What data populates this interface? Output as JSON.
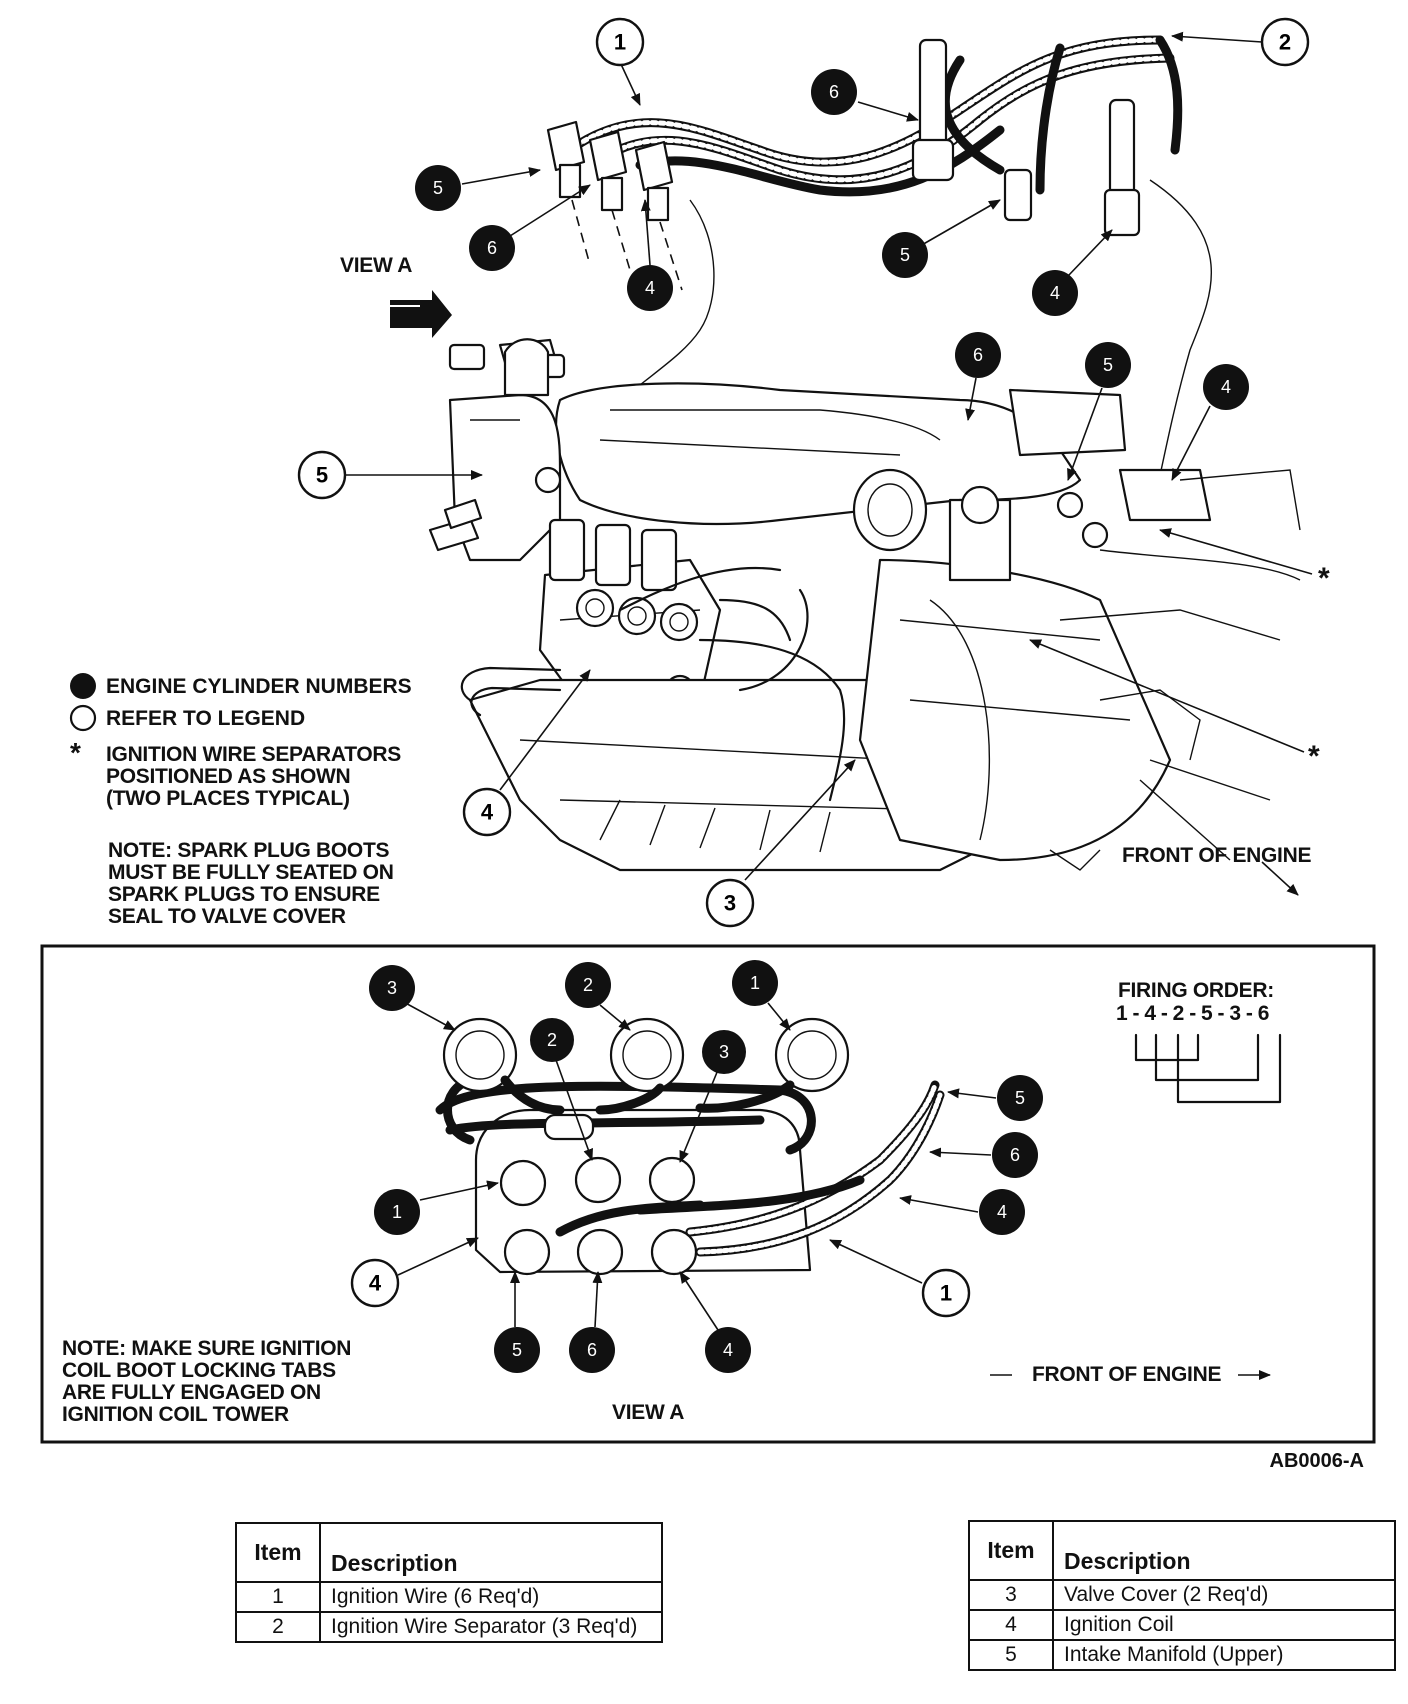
{
  "upper_view": {
    "view_a_label": "VIEW A",
    "legend": {
      "filled_circle": "ENGINE CYLINDER NUMBERS",
      "open_circle": "REFER TO LEGEND",
      "asterisk_symbol": "*",
      "asterisk": "IGNITION WIRE SEPARATORS\nPOSITIONED AS SHOWN\n(TWO PLACES TYPICAL)"
    },
    "note": "NOTE: SPARK PLUG BOOTS\nMUST BE FULLY SEATED ON\nSPARK PLUGS TO ENSURE\nSEAL TO VALVE COVER",
    "front_label": "FRONT OF ENGINE",
    "callouts": {
      "item_1": "1",
      "item_2": "2",
      "item_3": "3",
      "item_4": "4",
      "item_5": "5",
      "cyl_6a": "6",
      "cyl_5a": "5",
      "cyl_6b": "6",
      "cyl_4a": "4",
      "cyl_5b": "5",
      "cyl_4b": "4",
      "cyl_6c": "6",
      "cyl_5c": "5",
      "cyl_4c": "4"
    }
  },
  "view_a": {
    "title": "VIEW A",
    "firing_order_title": "FIRING ORDER:",
    "firing_order": "1 - 4 - 2 - 5 - 3 - 6",
    "note": "NOTE: MAKE SURE IGNITION\nCOIL BOOT LOCKING TABS\nARE FULLY ENGAGED ON\nIGNITION COIL TOWER",
    "front_label": "FRONT OF ENGINE",
    "callouts": {
      "plug_3": "3",
      "plug_2": "2",
      "plug_1": "1",
      "coil_2": "2",
      "coil_3": "3",
      "coil_1": "1",
      "wire_5": "5",
      "wire_6": "6",
      "wire_4": "4",
      "item_4": "4",
      "item_1": "1",
      "coil_5": "5",
      "coil_6": "6",
      "coil_4": "4"
    }
  },
  "figure_code": "AB0006-A",
  "tables": {
    "header_item": "Item",
    "header_description": "Description",
    "left_rows": [
      {
        "item": "1",
        "description": "Ignition Wire (6 Req'd)"
      },
      {
        "item": "2",
        "description": "Ignition Wire Separator (3 Req'd)"
      }
    ],
    "right_rows": [
      {
        "item": "3",
        "description": "Valve Cover (2 Req'd)"
      },
      {
        "item": "4",
        "description": "Ignition Coil"
      },
      {
        "item": "5",
        "description": "Intake Manifold (Upper)"
      }
    ]
  },
  "colors": {
    "ink": "#111111",
    "paper": "#ffffff"
  }
}
